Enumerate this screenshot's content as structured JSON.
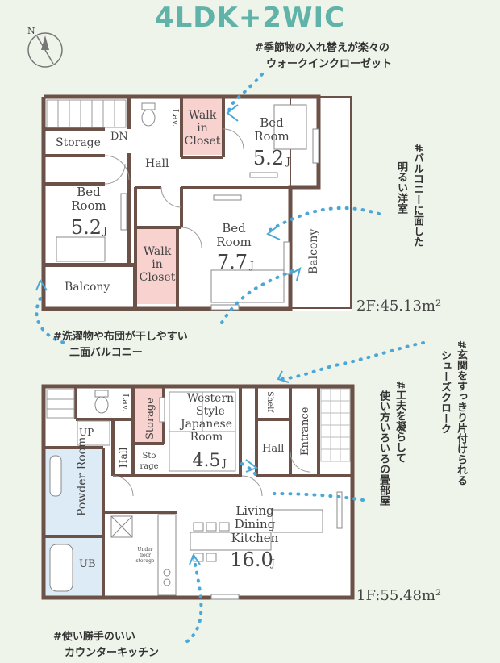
{
  "title": "4LDK+2WIC",
  "floor2": {
    "area": "2F:45.13m²",
    "rooms": {
      "storage": "Storage",
      "dn": "DN",
      "lav": "Lav.",
      "walkin1": [
        "Walk",
        "in",
        "Closet"
      ],
      "bed1": [
        "Bed",
        "Room"
      ],
      "bed1_size": "5.2",
      "hall": "Hall",
      "bed2": [
        "Bed",
        "Room"
      ],
      "bed2_size": "5.2",
      "walkin2": [
        "Walk",
        "in",
        "Closet"
      ],
      "bed3": [
        "Bed",
        "Room"
      ],
      "bed3_size": "7.7",
      "balcony_right": "Balcony",
      "balcony_left": "Balcony"
    }
  },
  "floor1": {
    "area": "1F:55.48m²",
    "rooms": {
      "lav": "Lav.",
      "storage": "Storage",
      "western": [
        "Western",
        "Style",
        "Japanese",
        "Room"
      ],
      "western_size": "4.5",
      "shelf": "Shelf",
      "entrance": "Entrance",
      "up": "UP",
      "hall_left": "Hall",
      "sto_rage": [
        "Sto",
        "rage"
      ],
      "hall_right": "Hall",
      "powder": "Powder Room",
      "ldk": [
        "Living",
        "Dining",
        "Kitchen"
      ],
      "ldk_size": "16.0",
      "ub": "UB",
      "under_floor": [
        "Under",
        "floor",
        "storage"
      ]
    }
  },
  "size_unit": "J",
  "notes": {
    "wic": [
      "#季節物の入れ替えが楽々の",
      "ウォークインクローゼット"
    ],
    "balcony_room": [
      "#バルコニーに面した",
      "明るい洋室"
    ],
    "two_balconies": [
      "#洗濯物や布団が干しやすい",
      "二面バルコニー"
    ],
    "shoes": [
      "#玄関をすっきり片付けられる",
      "シューズクローク"
    ],
    "tatami": [
      "#工夫を凝らして",
      "使い方いろいろの畳部屋"
    ],
    "kitchen": [
      "#使い勝手のいい",
      "カウンターキッチン"
    ]
  },
  "colors": {
    "background": "#eef4ea",
    "title": "#5fb3a9",
    "wall": "#6b5147",
    "closet": "#f7d2cf",
    "bath": "#dcebf6",
    "dots": "#4aa8d8",
    "floor": "#ffffff"
  },
  "icons": [
    "compass-icon",
    "stair-icon",
    "toilet-icon",
    "bathtub-icon",
    "sink-icon",
    "stove-icon",
    "door-swing-icon"
  ]
}
